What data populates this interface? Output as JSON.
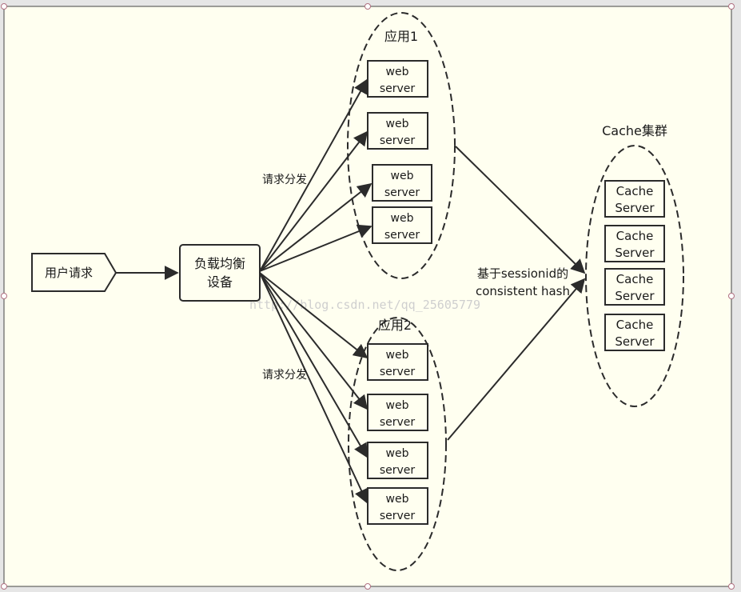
{
  "diagram": {
    "user_request": "用户请求",
    "load_balancer": [
      "负载均衡",
      "设备"
    ],
    "dispatch_label_top": "请求分发",
    "dispatch_label_bottom": "请求分发",
    "app1": {
      "title": "应用1",
      "servers": [
        [
          "web",
          "server"
        ],
        [
          "web",
          "server"
        ],
        [
          "web",
          "server"
        ],
        [
          "web",
          "server"
        ]
      ]
    },
    "app2": {
      "title": "应用2",
      "servers": [
        [
          "web",
          "server"
        ],
        [
          "web",
          "server"
        ],
        [
          "web",
          "server"
        ],
        [
          "web",
          "server"
        ]
      ]
    },
    "hash_label": [
      "基于sessionid的",
      "consistent hash"
    ],
    "cache_cluster": {
      "title": "Cache集群",
      "servers": [
        [
          "Cache",
          "Server"
        ],
        [
          "Cache",
          "Server"
        ],
        [
          "Cache",
          "Server"
        ],
        [
          "Cache",
          "Server"
        ]
      ]
    },
    "watermark": "http://blog.csdn.net/qq_25605779"
  },
  "colors": {
    "canvas": "#fffff0",
    "stroke": "#2b2b2b",
    "background": "#e6e6e6",
    "handle": "#b07080"
  }
}
